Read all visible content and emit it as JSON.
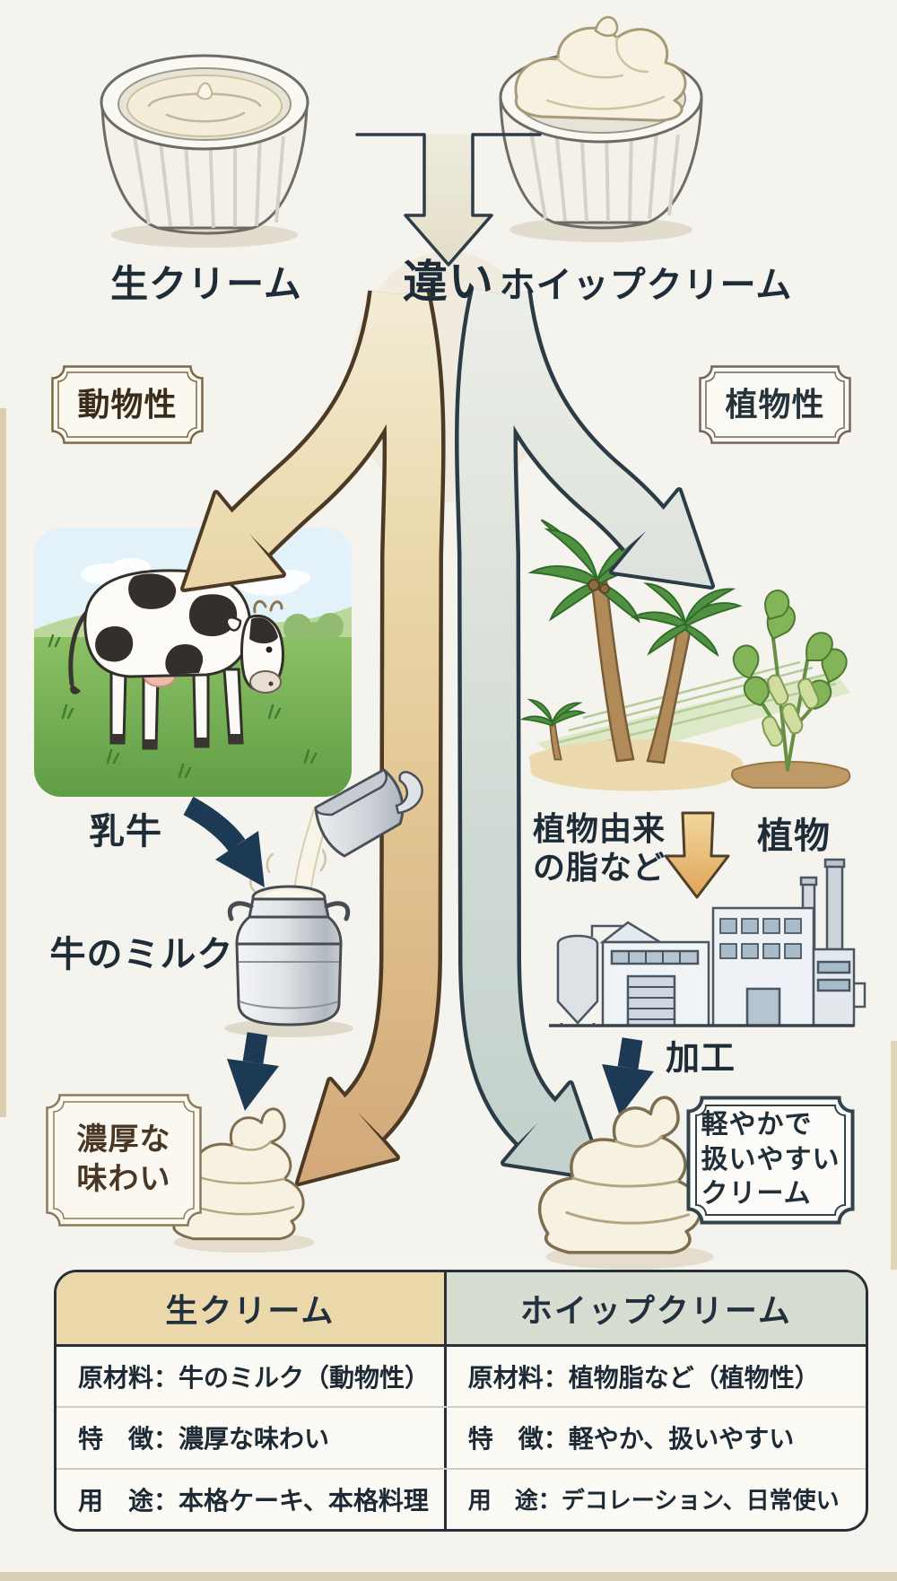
{
  "header": {
    "left_product": "生クリーム",
    "center_label": "違い",
    "right_product": "ホイップクリーム"
  },
  "branch_tags": {
    "left": "動物性",
    "right": "植物性"
  },
  "left_flow": {
    "source_label": "乳牛",
    "intermediate_label": "牛のミルク",
    "result_lines": [
      "濃厚な",
      "味わい"
    ]
  },
  "right_flow": {
    "material_lines": [
      "植物由来",
      "の脂など"
    ],
    "source_label": "植物",
    "process_label": "加工",
    "result_lines": [
      "軽やかで",
      "扱いやすい",
      "クリーム"
    ]
  },
  "comparison_table": {
    "headers": [
      "生クリーム",
      "ホイップクリーム"
    ],
    "rows": [
      {
        "left": "原材料：牛のミルク（動物性）",
        "right": "原材料：植物脂など（植物性）"
      },
      {
        "left": "特　徴：濃厚な味わい",
        "right": "特　徴：軽やか、扱いやすい"
      },
      {
        "left": "用　途：本格ケーキ、本格料理",
        "right": "用　途：デコレーション、日常使い"
      }
    ]
  },
  "colors": {
    "background": "#f5f3ee",
    "animal_path": "#d9b585",
    "animal_outline": "#4c3a25",
    "plant_path": "#ccd6d0",
    "plant_outline": "#2c3c46",
    "navy_arrow": "#1d3a54",
    "table_header_left": "#ecd9ab",
    "table_header_right": "#d7ddd0"
  },
  "illustrations": {
    "left_cup": "ramekin-with-fresh-cream",
    "right_cup": "ramekin-with-whipped-cream",
    "funnel": "difference-funnel-arrow",
    "cow": "grazing-holstein-cow",
    "milk_pour": "pitcher-pouring-milk-into-churn",
    "plants": "palm-trees-and-soybean-plant",
    "factory": "processing-factory",
    "cream_left": "rich-cream-swirl",
    "cream_right": "light-cream-swirl"
  }
}
